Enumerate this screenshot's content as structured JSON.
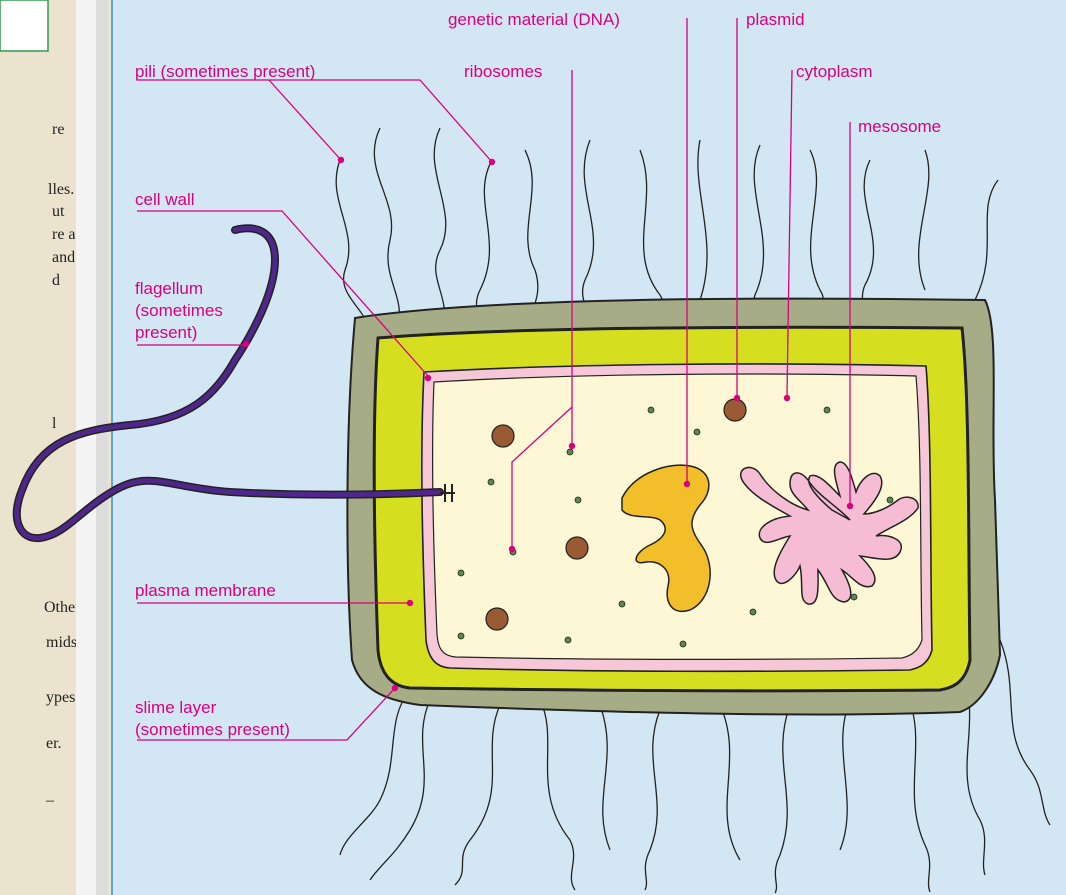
{
  "left_column": {
    "text_fragments": [
      "re",
      "lles.",
      "ut",
      "re an",
      "and",
      "d",
      "l",
      "Other",
      "mids",
      "ypes.",
      "er.",
      "–"
    ]
  },
  "labels": {
    "genetic_material": "genetic material (DNA)",
    "plasmid": "plasmid",
    "pili": "pili (sometimes present)",
    "ribosomes": "ribosomes",
    "cytoplasm": "cytoplasm",
    "mesosome": "mesosome",
    "cell_wall": "cell wall",
    "flagellum": [
      "flagellum",
      "(sometimes",
      "present)"
    ],
    "plasma_membrane": "plasma membrane",
    "slime_layer": [
      "slime layer",
      "(sometimes present)"
    ]
  },
  "colors": {
    "diagram_background": "#d3e6f4",
    "left_column_background": "#ece3cf",
    "label_color": "#d9007e",
    "slime_layer": "#a6ad86",
    "cell_wall": "#d6df1f",
    "plasma_membrane": "#f6c7d6",
    "cytoplasm": "#fdf7d5",
    "dna": "#f2bf2a",
    "mesosome": "#f6bcd3",
    "ribosome": "#5b8a48",
    "plasmid": "#9a5a34",
    "flagellum": "#4f2689"
  }
}
